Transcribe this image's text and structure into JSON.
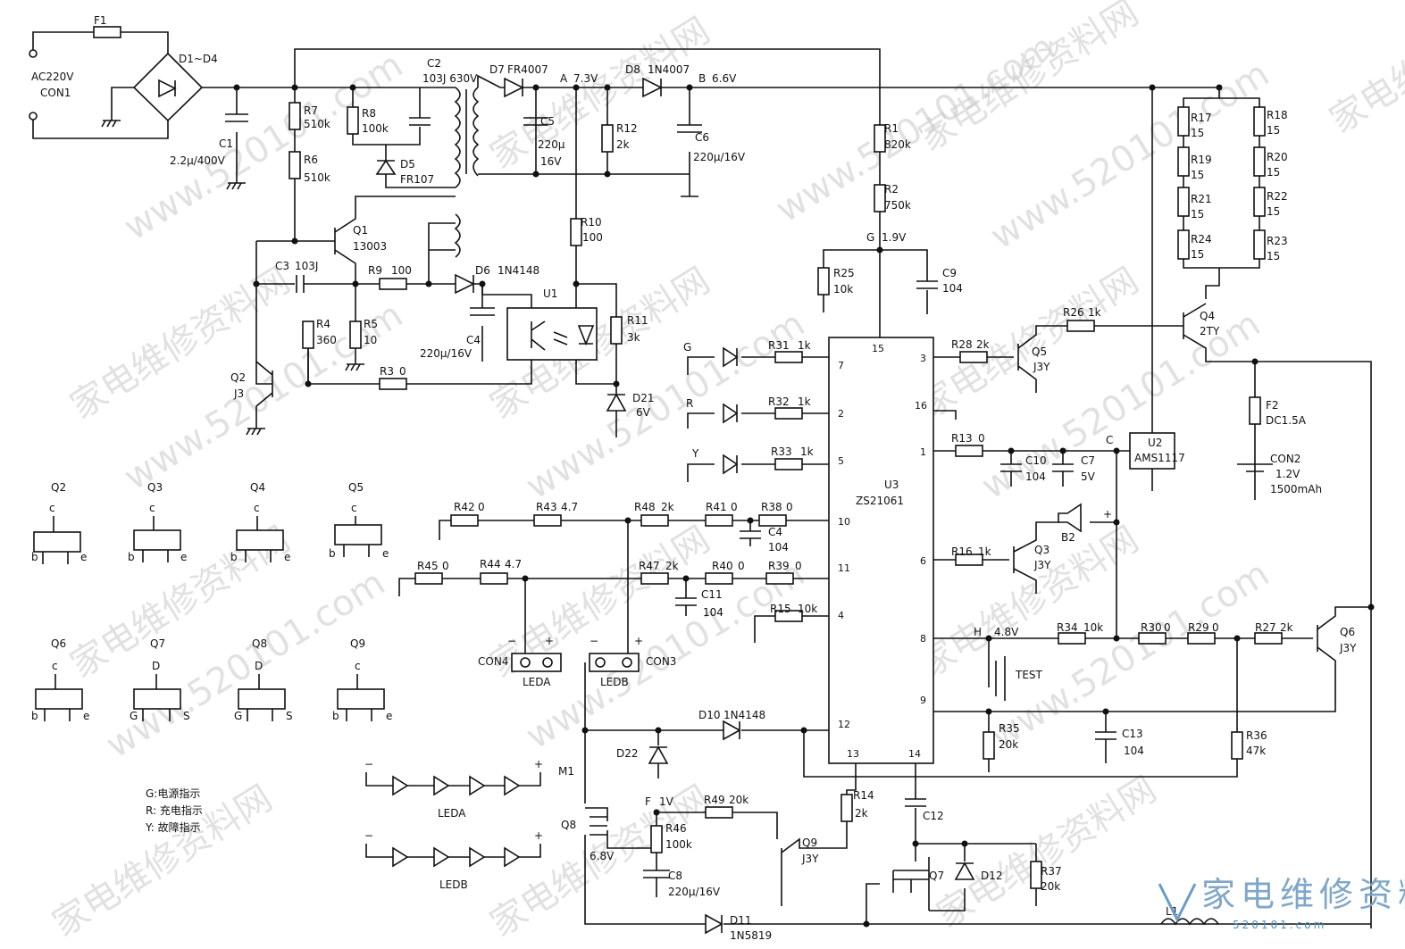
{
  "diagram": {
    "labels": {
      "F1": "F1",
      "AC": "AC220V",
      "CON1": "CON1",
      "D1D4": "D1~D4",
      "C1": "C1",
      "C1v": "2.2μ/400V",
      "R7": "R7",
      "R7v": "510k",
      "R6": "R6",
      "R6v": "510k",
      "R8": "R8",
      "R8v": "100k",
      "D5": "D5",
      "D5v": "FR107",
      "C2": "C2",
      "C2v": "103J 630V",
      "Q1": "Q1",
      "Q1v": "13003",
      "C3": "C3",
      "C3v": "103J",
      "R9": "R9",
      "R9v": "100",
      "D6": "D6",
      "D6v": "1N4148",
      "R4": "R4",
      "R4v": "360",
      "R5": "R5",
      "R5v": "10",
      "R3": "R3",
      "R3v": "0",
      "Q2": "Q2",
      "Q2v": "J3",
      "C4a": "C4",
      "C4av": "220μ/16V",
      "U1": "U1",
      "D7": "D7",
      "D7v": "FR4007",
      "A": "A",
      "Av": "7.3V",
      "C5": "C5",
      "C5v1": "220μ",
      "C5v2": "16V",
      "R12": "R12",
      "R12v": "2k",
      "D8": "D8",
      "D8v": "1N4007",
      "B": "B",
      "Bv": "6.6V",
      "C6": "C6",
      "C6v": "220μ/16V",
      "R10": "R10",
      "R10v": "100",
      "R11": "R11",
      "R11v": "3k",
      "D21": "D21",
      "D21v": "6V",
      "R1": "R1",
      "R1v": "820k",
      "R2": "R2",
      "R2v": "750k",
      "G": "G",
      "Gv": "1.9V",
      "R25": "R25",
      "R25v": "10k",
      "C9": "C9",
      "C9v": "104",
      "R17": "R17",
      "R17v": "15",
      "R18": "R18",
      "R18v": "15",
      "R19": "R19",
      "R19v": "15",
      "R20": "R20",
      "R20v": "15",
      "R21": "R21",
      "R21v": "15",
      "R22": "R22",
      "R22v": "15",
      "R24": "R24",
      "R24v": "15",
      "R23": "R23",
      "R23v": "15",
      "R26": "R26",
      "R26v": "1k",
      "Q4": "Q4",
      "Q4v": "2TY",
      "R28": "R28",
      "R28v": "2k",
      "Q5": "Q5",
      "Q5v": "J3Y",
      "F2": "F2",
      "F2v": "DC1.5A",
      "CON2": "CON2",
      "CON2v1": "1.2V",
      "CON2v2": "1500mAh",
      "U2": "U2",
      "U2v": "AMS1117",
      "Cnode": "C",
      "R13": "R13",
      "R13v": "0",
      "C10": "C10",
      "C10v": "104",
      "C7": "C7",
      "C7v": "5V",
      "B2": "B2",
      "R16": "R16",
      "R16v": "1k",
      "Q3": "Q3",
      "Q3v": "J3Y",
      "Gled": "G",
      "Rled": "R",
      "Yled": "Y",
      "R31": "R31",
      "R31v": "1k",
      "R32": "R32",
      "R32v": "1k",
      "R33": "R33",
      "R33v": "1k",
      "U3": "U3",
      "U3v": "ZS21061",
      "R42": "R42",
      "R42v": "0",
      "R43": "R43",
      "R43v": "4.7",
      "R48": "R48",
      "R48v": "2k",
      "R41": "R41",
      "R41v": "0",
      "R38": "R38",
      "R38v": "0",
      "C4b": "C4",
      "C4bv": "104",
      "R45": "R45",
      "R45v": "0",
      "R44": "R44",
      "R44v": "4.7",
      "R47": "R47",
      "R47v": "2k",
      "R40": "R40",
      "R40v": "0",
      "R39": "R39",
      "R39v": "0",
      "C11": "C11",
      "C11v": "104",
      "R15": "R15",
      "R15v": "10k",
      "CON4": "CON4",
      "CON3": "CON3",
      "LEDA": "LEDA",
      "LEDB": "LEDB",
      "minus": "−",
      "plus": "+",
      "H": "H",
      "Hv": "4.8V",
      "TEST": "TEST",
      "R34": "R34",
      "R34v": "10k",
      "R30": "R30",
      "R30v": "0",
      "R29": "R29",
      "R29v": "0",
      "R27": "R27",
      "R27v": "2k",
      "Q6": "Q6",
      "Q6v": "J3Y",
      "R35": "R35",
      "R35v": "20k",
      "C13": "C13",
      "C13v": "104",
      "R36": "R36",
      "R36v": "47k",
      "D10": "D10",
      "D10v": "1N4148",
      "D22": "D22",
      "R14": "R14",
      "R14v": "2k",
      "C12": "C12",
      "M1": "M1",
      "Q8": "Q8",
      "F": "F",
      "Fv": "1V",
      "R49": "R49",
      "R49v": "20k",
      "R46": "R46",
      "R46v": "100k",
      "C8": "C8",
      "C8v": "220μ/16V",
      "Q9": "Q9",
      "Q9v": "J3Y",
      "V68": "6.8V",
      "Q7": "Q7",
      "D12": "D12",
      "R37": "R37",
      "R37v": "20k",
      "D11": "D11",
      "D11v": "1N5819",
      "L1": "L1"
    },
    "pins": {
      "p15": "15",
      "p7": "7",
      "p2": "2",
      "p5": "5",
      "p10": "10",
      "p11": "11",
      "p4": "4",
      "p12": "12",
      "p13": "13",
      "p14": "14",
      "p3": "3",
      "p16": "16",
      "p1": "1",
      "p6": "6",
      "p8": "8",
      "p9": "9"
    },
    "pinouts": [
      {
        "name": "Q2",
        "top": "c",
        "left": "b",
        "right": "e"
      },
      {
        "name": "Q3",
        "top": "c",
        "left": "b",
        "right": "e"
      },
      {
        "name": "Q4",
        "top": "c",
        "left": "b",
        "right": "e"
      },
      {
        "name": "Q5",
        "top": "c",
        "left": "b",
        "right": "e"
      },
      {
        "name": "Q6",
        "top": "c",
        "left": "b",
        "right": "e"
      },
      {
        "name": "Q7",
        "top": "D",
        "left": "G",
        "right": "S"
      },
      {
        "name": "Q8",
        "top": "D",
        "left": "G",
        "right": "S"
      },
      {
        "name": "Q9",
        "top": "c",
        "left": "b",
        "right": "e"
      }
    ],
    "legend": [
      "G:电源指示",
      "R: 充电指示",
      "Y: 故障指示"
    ],
    "watermark_cn": "家电维修资料网",
    "watermark_url": "www.520101.com",
    "brand_cn": "家电维修资料网",
    "brand_url": "520101.com"
  }
}
